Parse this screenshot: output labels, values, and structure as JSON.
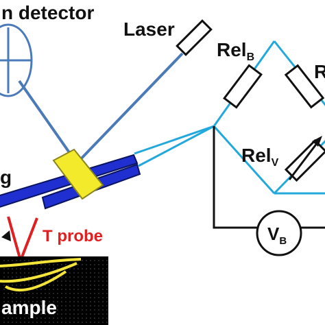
{
  "labels": {
    "detector": "n detector",
    "laser": "Laser",
    "rel_b_main": "Rel",
    "rel_b_sub": "B",
    "rel_right_main": "R",
    "rel_v_main": "Rel",
    "rel_v_sub": "V",
    "vb_main": "V",
    "vb_sub": "B",
    "left_partial": "g",
    "t_probe": "T probe",
    "sample": "ample"
  },
  "colors": {
    "blue_dark": "#1f2fd0",
    "blue_light": "#23a8dc",
    "steel": "#4a7ab8",
    "yellow": "#f2ea2a",
    "red": "#e02020",
    "sample_bg": "#000000",
    "sample_line": "#f5e53a"
  }
}
